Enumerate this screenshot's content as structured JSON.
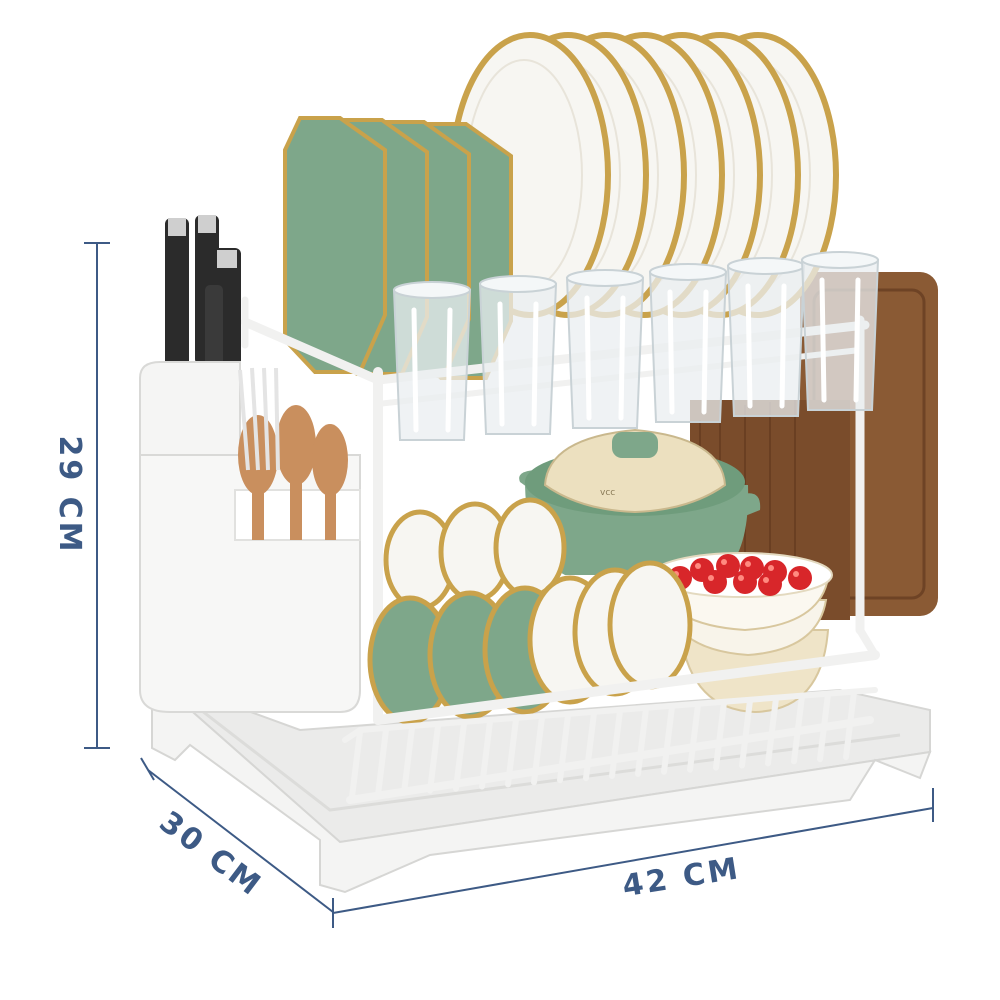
{
  "dimensions": {
    "height_label": "29 CM",
    "depth_label": "30 CM",
    "width_label": "42 CM"
  },
  "colors": {
    "dimension": "#3d5a85",
    "rack": "#f1f1f0",
    "rack_shadow": "#d6d6d4",
    "green_plate": "#7ea78a",
    "gold_rim": "#c9a24b",
    "white_plate": "#f7f6f2",
    "glass": "#e9eef0",
    "board": "#8a5a34",
    "tomato": "#d8262a",
    "knife": "#2b2b2b",
    "copper": "#c98f5e"
  }
}
